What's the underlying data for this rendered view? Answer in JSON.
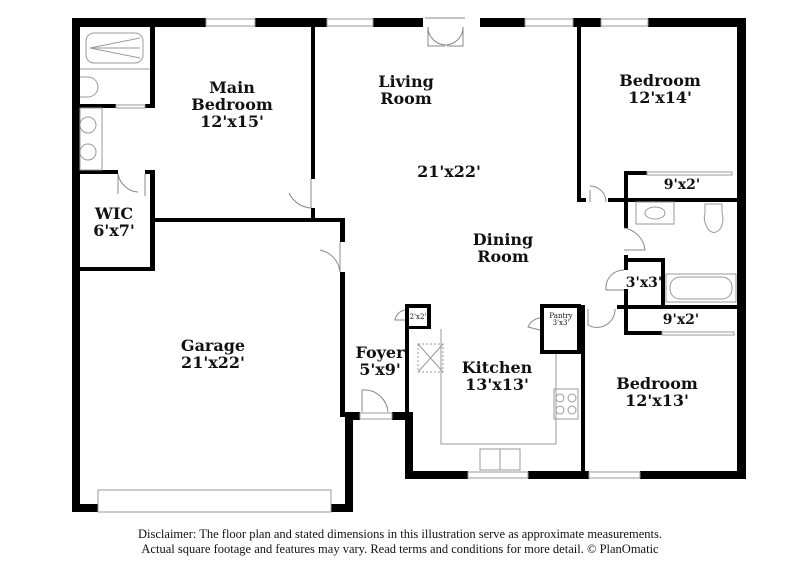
{
  "floorplan": {
    "rooms": [
      {
        "id": "main-bedroom",
        "name": "Main\nBedroom",
        "name_lines": [
          "Main",
          "Bedroom"
        ],
        "dims": "12'x15'"
      },
      {
        "id": "living-room",
        "name_lines": [
          "Living",
          "Room"
        ],
        "dims": "21'x22'"
      },
      {
        "id": "bedroom-2",
        "name_lines": [
          "Bedroom"
        ],
        "dims": "12'x14'"
      },
      {
        "id": "closet-2",
        "name_lines": [],
        "dims": "9'x2'"
      },
      {
        "id": "wic",
        "name_lines": [
          "WIC"
        ],
        "dims": "6'x7'"
      },
      {
        "id": "dining-room",
        "name_lines": [
          "Dining",
          "Room"
        ],
        "dims": ""
      },
      {
        "id": "linen",
        "name_lines": [],
        "dims": "3'x3'"
      },
      {
        "id": "closet-3",
        "name_lines": [],
        "dims": "9'x2'"
      },
      {
        "id": "garage",
        "name_lines": [
          "Garage"
        ],
        "dims": "21'x22'"
      },
      {
        "id": "foyer",
        "name_lines": [
          "Foyer"
        ],
        "dims": "5'x9'"
      },
      {
        "id": "coat-closet",
        "name_lines": [],
        "dims": "2'x2'"
      },
      {
        "id": "pantry",
        "name_lines": [
          "Pantry"
        ],
        "dims": "3'x3'"
      },
      {
        "id": "kitchen",
        "name_lines": [
          "Kitchen"
        ],
        "dims": "13'x13'"
      },
      {
        "id": "bedroom-3",
        "name_lines": [
          "Bedroom"
        ],
        "dims": "12'x13'"
      }
    ],
    "colors": {
      "wall": "#000000",
      "fixture": "#9a9a9a",
      "background": "#ffffff"
    }
  },
  "disclaimer": {
    "line1": "Disclaimer: The floor plan and stated dimensions in this illustration serve as approximate measurements.",
    "line2": "Actual square footage and features may vary. Read terms and conditions for more detail. © PlanOmatic"
  }
}
